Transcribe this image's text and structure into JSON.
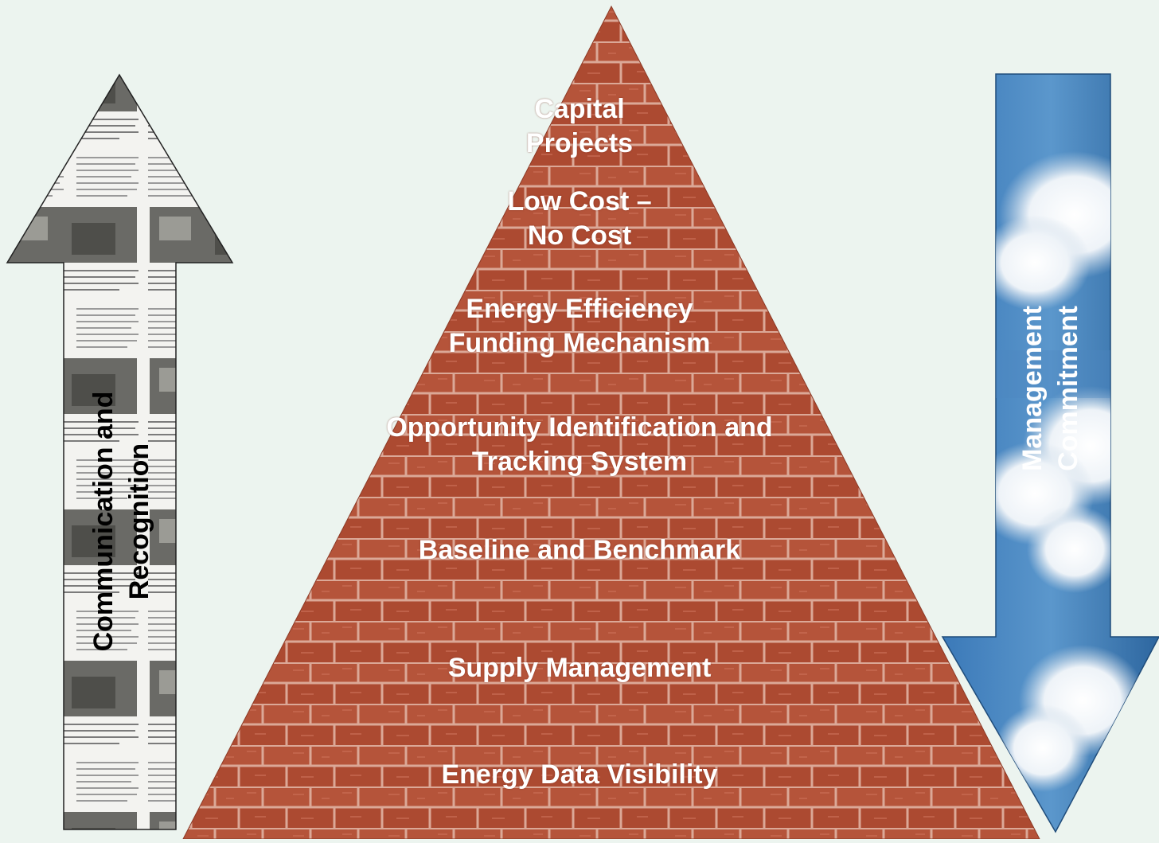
{
  "pyramid": {
    "layers": [
      {
        "lines": [
          "Capital",
          "Projects"
        ]
      },
      {
        "lines": [
          "Low Cost –",
          "No Cost"
        ]
      },
      {
        "lines": [
          "Energy Efficiency",
          "Funding Mechanism"
        ]
      },
      {
        "lines": [
          "Opportunity Identification and",
          "Tracking System"
        ]
      },
      {
        "lines": [
          "Baseline and Benchmark"
        ]
      },
      {
        "lines": [
          "Supply Management"
        ]
      },
      {
        "lines": [
          "Energy Data Visibility"
        ]
      }
    ],
    "colors": {
      "brick": "#b24e34",
      "mortar": "#d9a58f"
    }
  },
  "left_arrow": {
    "direction": "up",
    "lines": [
      "Communication and",
      "Recognition"
    ],
    "text_color": "#000000",
    "texture": "newspaper"
  },
  "right_arrow": {
    "direction": "down",
    "lines": [
      "Management",
      "Commitment"
    ],
    "text_color": "#ffffff",
    "texture": "sky-clouds"
  }
}
